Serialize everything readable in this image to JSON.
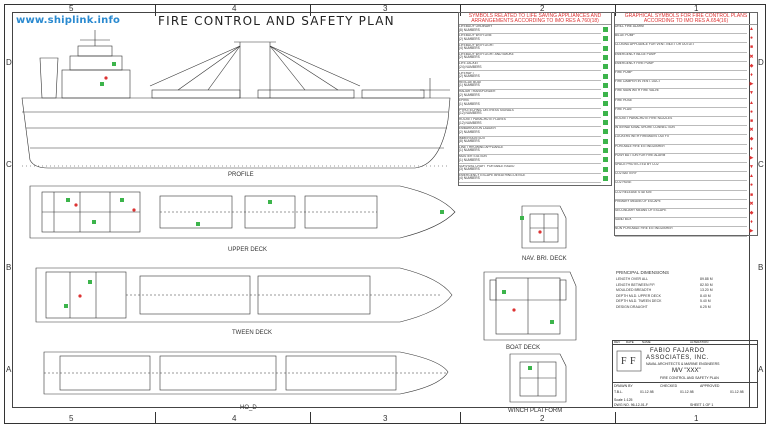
{
  "watermark": "www.shiplink.info",
  "title": "FIRE CONTROL AND SAFETY PLAN",
  "grid": {
    "columns": [
      "5",
      "4",
      "3",
      "2",
      "1"
    ],
    "rows": [
      "D",
      "C",
      "B",
      "A"
    ]
  },
  "views": {
    "profile": "PROFILE",
    "upper_deck": "UPPER DECK",
    "tween_deck": "TWEEN DECK",
    "hold": "HO_D",
    "nav_bridge": "NAV. BRI. DECK",
    "boat_deck": "BOAT DECK",
    "winch_platform": "WINCH PLATFORM"
  },
  "legend_left": {
    "header": "SYMBOLS RELATED TO LIFE SAVING APPLIANCES AND ARRANGEMENTS ACCORDING TO IMO RES A.760(18)",
    "items": [
      {
        "name": "LIFEBUOY ORDINARY",
        "qty": "(8) NUMBERS"
      },
      {
        "name": "LIFEBUOY WITH LINE",
        "qty": "(2) NUMBERS"
      },
      {
        "name": "LIFEBUOY WITH LIGHT",
        "qty": "(4) NUMBERS"
      },
      {
        "name": "LIFEBUOY WITH LIGHT AND SMOKE",
        "qty": "(2) NUMBERS"
      },
      {
        "name": "LIFE JACKET",
        "qty": "(24) NUMBERS"
      },
      {
        "name": "LIFERAFT",
        "qty": "(2) NUMBERS"
      },
      {
        "name": "RESCUE BOAT",
        "qty": "(1) NUMBERS"
      },
      {
        "name": "RADAR TRANSPONDER",
        "qty": "(2) NUMBERS"
      },
      {
        "name": "EPIRB",
        "qty": "(1) NUMBERS"
      },
      {
        "name": "PYROTECHNIC DISTRESS SIGNALS",
        "qty": "(12) NUMBERS"
      },
      {
        "name": "ROCKET PARACHUTE FLARES",
        "qty": "(12) NUMBERS"
      },
      {
        "name": "EMBARKATION LADDER",
        "qty": "(2) NUMBERS"
      },
      {
        "name": "IMMERSION SUIT",
        "qty": "(8) NUMBERS"
      },
      {
        "name": "LINE THROWING APPLIANCE",
        "qty": "(1) NUMBERS"
      },
      {
        "name": "MUSTER STATION",
        "qty": "(1) NUMBERS"
      },
      {
        "name": "SURVIVAL CRAFT PORTABLE RADIO",
        "qty": "(3) NUMBERS"
      },
      {
        "name": "EMERGENCY ESCAPE BREATHING DEVICE",
        "qty": "(4) NUMBERS"
      }
    ]
  },
  "legend_right": {
    "header": "GRAPHICAL SYMBOLS FOR FIRE CONTROL PLANS ACCORDING TO IMO RES A.654(16)",
    "items": [
      "DRILL FIRE ALARM",
      "BILGE PUMP",
      "CLOSING APPLIANCE FOR VENT. INLET OR OUTLET",
      "EMERGENCY BILGE PUMP",
      "EMERGENCY FIRE PUMP",
      "FIRE PUMP",
      "FIRE DAMPER IN VENT. DUCT",
      "FIRE MAIN WITH FIRE VALVE",
      "FIRE HOSE",
      "FIRE PLAN",
      "ROCKET PARACHUTE FIRE NOZZLES",
      "INTERNATIONAL SHORE CONNECTION",
      "LOCKERS WITH FIREMAN'S OUTFIT",
      "PORTABLE FIRE EXTINGUISHER",
      "PUSH BUTTON FOR FIRE ALARM",
      "SPACE PROTECTED BY CO2",
      "CO2 BATTERY",
      "CO2 HOSE",
      "CO2 RELEASE STATION",
      "PRIMARY MEANS OF ESCAPE",
      "SECONDARY MEANS OF ESCAPE",
      "SAND BOX",
      "NON PORTABLE FIRE EXTINGUISHER"
    ]
  },
  "dimensions": {
    "header": "PRINCIPAL DIMENSIONS",
    "rows": [
      {
        "label": "LENGTH OVER ALL",
        "value": "89.88 M"
      },
      {
        "label": "LENGTH BETWEEN P.P.",
        "value": "82.50 M"
      },
      {
        "label": "MOULDED BREADTH",
        "value": "13.20 M"
      },
      {
        "label": "DEPTH MLD. UPPER DECK",
        "value": "8.40 M"
      },
      {
        "label": "DEPTH MLD. TWEEN DECK",
        "value": "5.40 M"
      },
      {
        "label": "DESIGN DRAUGHT",
        "value": "6.25 M"
      }
    ]
  },
  "title_block": {
    "company_line1": "FABIO FAJARDO",
    "company_line2": "ASSOCIATES, INC.",
    "company_sub": "NAVAL ARCHITECTS & MARINE ENGINEERS",
    "vessel": "M/V \"XXX\"",
    "drawing_title": "FIRE CONTROL AND SAFETY PLAN",
    "revision_headers": [
      "REV",
      "DATE",
      "NAME",
      "ALTERATION"
    ],
    "drawn_by_label": "DRAWN BY",
    "checked_label": "CHECKED",
    "approved_label": "APPROVED",
    "drawn_by": "T.B.L.",
    "scale": "Scale 1:125",
    "dwg_no": "DWG NO. 96-12-01-F",
    "sheet": "SHEET 1 OF 1",
    "dates": [
      "01.12.98",
      "01.12.98",
      "01.12.98"
    ]
  },
  "colors": {
    "accent_red": "#d33333",
    "safety_green": "#3cb44b",
    "watermark_blue": "#2a8ad0",
    "line": "#333333"
  }
}
